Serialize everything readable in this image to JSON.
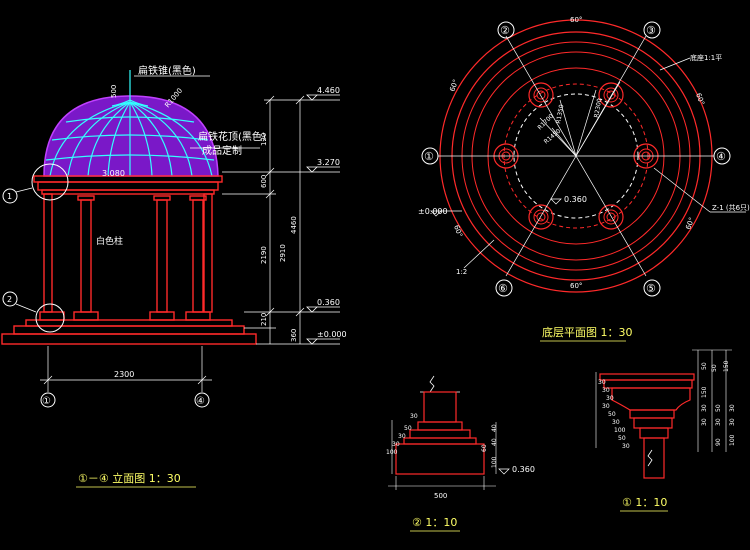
{
  "colors": {
    "background": "#000000",
    "line_red": "#ff2a2a",
    "line_white": "#ffffff",
    "dome_purple": "#a020f0",
    "dome_cyan": "#33ffff",
    "text_yellow": "#ffff66"
  },
  "elevation": {
    "title": "①－④ 立面图  1：30",
    "label_finial": "扁铁锥(黑色)",
    "label_dome": "扁铁花顶(黑色)",
    "label_dome_2": "成品定制",
    "label_column": "白色柱",
    "dim_finial": "500",
    "dim_radius": "R1000",
    "elev_top": "4.460",
    "elev_cornice": "3.270",
    "elev_cap": "3.080",
    "elev_base": "0.360",
    "elev_ground": "±0.000",
    "dim_v_120": "120",
    "dim_v_600": "600",
    "dim_v_2190": "2190",
    "dim_v_2910": "2910",
    "dim_v_4460": "4460",
    "dim_v_210": "210",
    "dim_v_360": "360",
    "dim_width": "2300",
    "axis_1": "①",
    "axis_4": "④",
    "detail_1": "1",
    "detail_2": "2"
  },
  "plan": {
    "title": "底层平面图  1：30",
    "angle_top": "60°",
    "angle_bottom": "60°",
    "angle_left": "60°",
    "angle_right": "60°",
    "angle_ll": "60°",
    "angle_lr": "60°",
    "r_1": "R1350",
    "r_2": "R2300",
    "r_3": "R1700",
    "r_4": "R1450",
    "elev_inner": "0.360",
    "elev_outer": "±0.000",
    "ref_top": "底座1:1平",
    "ref_right": "Z-1 (共6只)",
    "slope": "1:2",
    "axis_1": "①",
    "axis_2": "②",
    "axis_3": "③",
    "axis_4": "④",
    "axis_5": "⑤",
    "axis_6": "⑥"
  },
  "detail_2": {
    "title": "② 1：10",
    "dim_width": "500",
    "dims_left": [
      "30",
      "50",
      "30",
      "30",
      "100"
    ],
    "dims_right": [
      "40",
      "40",
      "60",
      "100"
    ],
    "elev": "0.360"
  },
  "detail_1": {
    "title": "① 1：10",
    "dims_top": [
      "50",
      "150"
    ],
    "dims_left": [
      "30",
      "30",
      "30",
      "30",
      "50",
      "30",
      "100",
      "50",
      "30"
    ],
    "dims_right": [
      "50",
      "150",
      "30",
      "50",
      "30",
      "30",
      "30",
      "30",
      "90",
      "100"
    ]
  }
}
